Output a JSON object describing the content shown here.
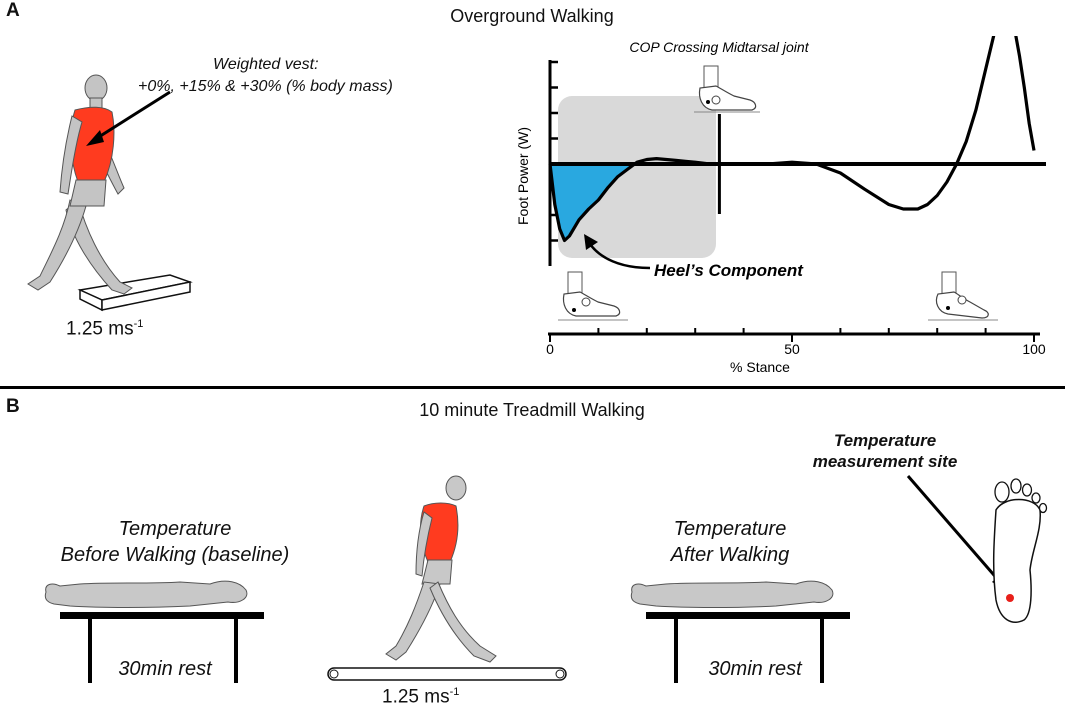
{
  "panel_a": {
    "letter": "A",
    "title": "Overground Walking",
    "vest_label_line1": "Weighted vest:",
    "vest_label_line2": "+0%, +15% & +30% (% body mass)",
    "speed_label": "1.25 ms",
    "speed_exponent": "-1"
  },
  "chart": {
    "title": "COP Crossing Midtarsal joint",
    "ylabel": "Foot Power (W)",
    "xlabel": "% Stance",
    "x_ticks": [
      "0",
      "50",
      "100"
    ],
    "annotation": "Heel’s Component",
    "colors": {
      "heel_fill": "#29a8e0",
      "shade": "#d9d9d9",
      "line": "#000000"
    }
  },
  "chart_data": {
    "type": "line",
    "title": "COP Crossing Midtarsal joint",
    "xlabel": "% Stance",
    "ylabel": "Foot Power (W)",
    "xlim": [
      0,
      100
    ],
    "midtarsal_crossing_pct": 35,
    "series": [
      {
        "x": [
          0,
          1,
          2,
          3,
          4,
          6,
          8,
          10,
          12,
          14,
          16,
          18,
          20,
          22,
          24,
          26,
          28,
          30,
          33,
          35,
          40,
          45,
          50,
          55,
          60,
          65,
          70,
          73,
          76,
          78,
          80,
          82,
          84,
          86,
          88,
          90,
          92,
          93,
          94,
          95,
          96,
          97,
          98,
          99,
          100
        ],
        "y": [
          0,
          -0.45,
          -0.72,
          -0.85,
          -0.8,
          -0.62,
          -0.5,
          -0.4,
          -0.26,
          -0.14,
          -0.06,
          0.02,
          0.05,
          0.06,
          0.05,
          0.04,
          0.03,
          0.02,
          0.0,
          0.0,
          0.0,
          0.0,
          0.02,
          0.0,
          -0.1,
          -0.28,
          -0.45,
          -0.5,
          -0.5,
          -0.45,
          -0.35,
          -0.2,
          0.0,
          0.25,
          0.6,
          1.05,
          1.5,
          1.68,
          1.8,
          1.75,
          1.5,
          1.2,
          0.85,
          0.45,
          0.15
        ]
      }
    ]
  },
  "panel_b": {
    "letter": "B",
    "title": "10 minute Treadmill Walking",
    "before_line1": "Temperature",
    "before_line2": "Before Walking (baseline)",
    "after_line1": "Temperature",
    "after_line2": "After Walking",
    "rest_left": "30min rest",
    "rest_right": "30min rest",
    "speed_label": "1.25 ms",
    "speed_exponent": "-1",
    "site_line1": "Temperature",
    "site_line2": "measurement site",
    "colors": {
      "vest": "#ff3b1f",
      "body": "#c8c8c8",
      "site_dot": "#e8201a"
    }
  }
}
